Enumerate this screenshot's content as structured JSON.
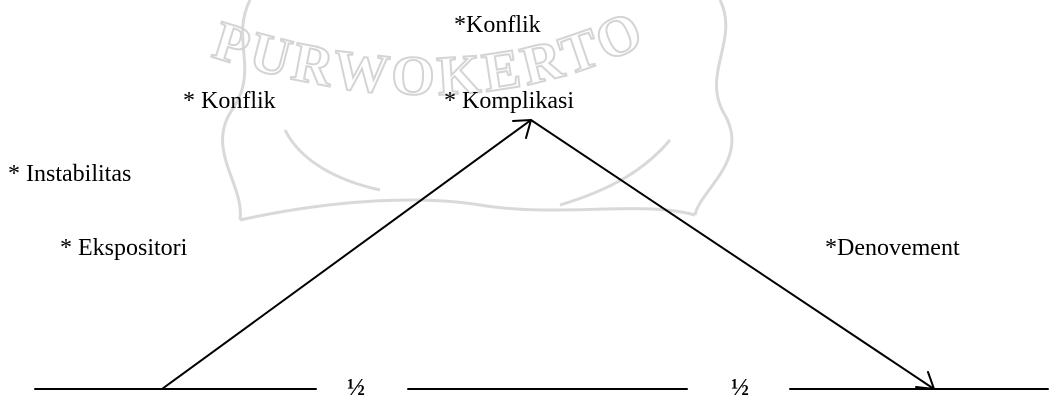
{
  "watermark": {
    "text": "PURWOKERTO",
    "color": "#d9d9d9"
  },
  "labels": {
    "konflik_top": "*Konflik",
    "konflik": "* Konflik",
    "komplikasi": "* Komplikasi",
    "instabilitas": "* Instabilitas",
    "ekspositori": "* Ekspositori",
    "denovement": "*Denovement"
  },
  "baseline": {
    "half_left": "½",
    "half_right": "½"
  },
  "colors": {
    "ink": "#000000",
    "background": "#ffffff"
  }
}
